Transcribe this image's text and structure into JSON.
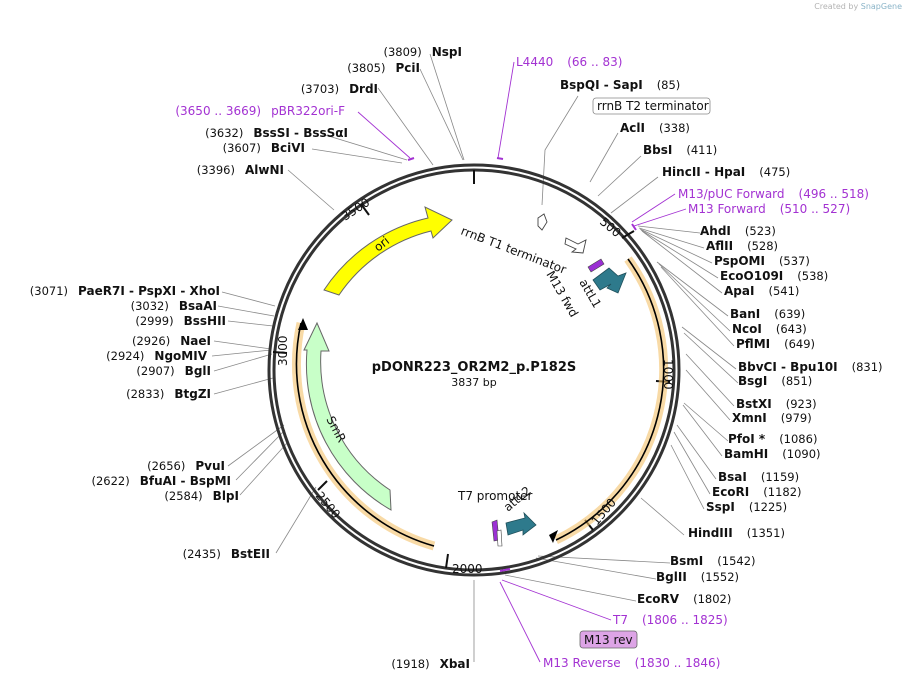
{
  "brand": {
    "prefix": "Created by",
    "name": "SnapGene"
  },
  "plasmid": {
    "name": "pDONR223_OR2M2_p.P182S",
    "size_label": "3837 bp"
  },
  "colors": {
    "primer": "#a332d2",
    "ori": "#ffff00",
    "smr": "#c8ffc8",
    "attl": "#2e7a8c",
    "orf_glow": "#f4c26b"
  },
  "ticks": [
    "500",
    "1000",
    "1500",
    "2000",
    "2500",
    "3000",
    "3500"
  ],
  "features": {
    "ori": "ori",
    "smr": "SmR",
    "rrnb_t1": "rrnB T1 terminator",
    "rrnb_t2_box": "rrnB T2 terminator",
    "m13fwd": "M13 fwd",
    "attl1": "attL1",
    "attl2": "attL2",
    "t7prom": "T7 promoter",
    "m13rev_box": "M13 rev"
  },
  "right_labels": [
    {
      "name": "BspQI  - SapI",
      "pos": "(85)"
    },
    {
      "name": "AclI",
      "pos": "(338)"
    },
    {
      "name": "BbsI",
      "pos": "(411)"
    },
    {
      "name": "HincII  - HpaI",
      "pos": "(475)"
    },
    {
      "name": "AhdI",
      "pos": "(523)"
    },
    {
      "name": "AflII",
      "pos": "(528)"
    },
    {
      "name": "PspOMI",
      "pos": "(537)"
    },
    {
      "name": "EcoO109I",
      "pos": "(538)"
    },
    {
      "name": "ApaI",
      "pos": "(541)"
    },
    {
      "name": "BanI",
      "pos": "(639)"
    },
    {
      "name": "NcoI",
      "pos": "(643)"
    },
    {
      "name": "PflMI",
      "pos": "(649)"
    },
    {
      "name": "BbvCI  - Bpu10I",
      "pos": "(831)"
    },
    {
      "name": "BsgI",
      "pos": "(851)"
    },
    {
      "name": "BstXI",
      "pos": "(923)"
    },
    {
      "name": "XmnI",
      "pos": "(979)"
    },
    {
      "name": "PfoI *",
      "pos": "(1086)"
    },
    {
      "name": "BamHI",
      "pos": "(1090)"
    },
    {
      "name": "BsaI",
      "pos": "(1159)"
    },
    {
      "name": "EcoRI",
      "pos": "(1182)"
    },
    {
      "name": "SspI",
      "pos": "(1225)"
    },
    {
      "name": "HindIII",
      "pos": "(1351)"
    },
    {
      "name": "BsmI",
      "pos": "(1542)"
    },
    {
      "name": "BglII",
      "pos": "(1552)"
    },
    {
      "name": "EcoRV",
      "pos": "(1802)"
    }
  ],
  "right_primers": [
    {
      "name": "L4440",
      "range": "(66 .. 83)"
    },
    {
      "name": "M13/pUC Forward",
      "range": "(496 .. 518)"
    },
    {
      "name": "M13 Forward",
      "range": "(510 .. 527)"
    },
    {
      "name": "T7",
      "range": "(1806 .. 1825)"
    },
    {
      "name": "M13 Reverse",
      "range": "(1830 .. 1846)"
    }
  ],
  "left_labels": [
    {
      "name": "NspI",
      "pos": "(3809)"
    },
    {
      "name": "PciI",
      "pos": "(3805)"
    },
    {
      "name": "DrdI",
      "pos": "(3703)"
    },
    {
      "name": "BssSI  - BssSαI",
      "pos": "(3632)"
    },
    {
      "name": "BciVI",
      "pos": "(3607)"
    },
    {
      "name": "AlwNI",
      "pos": "(3396)"
    },
    {
      "name": "PaeR7I  - PspXI  - XhoI",
      "pos": "(3071)"
    },
    {
      "name": "BsaAI",
      "pos": "(3032)"
    },
    {
      "name": "BssHII",
      "pos": "(2999)"
    },
    {
      "name": "NaeI",
      "pos": "(2926)"
    },
    {
      "name": "NgoMIV",
      "pos": "(2924)"
    },
    {
      "name": "BglI",
      "pos": "(2907)"
    },
    {
      "name": "BtgZI",
      "pos": "(2833)"
    },
    {
      "name": "PvuI",
      "pos": "(2656)"
    },
    {
      "name": "BfuAI  - BspMI",
      "pos": "(2622)"
    },
    {
      "name": "BlpI",
      "pos": "(2584)"
    },
    {
      "name": "BstEII",
      "pos": "(2435)"
    },
    {
      "name": "XbaI",
      "pos": "(1918)"
    }
  ],
  "left_primers": [
    {
      "name": "pBR322ori-F",
      "range": "(3650 .. 3669)"
    }
  ]
}
